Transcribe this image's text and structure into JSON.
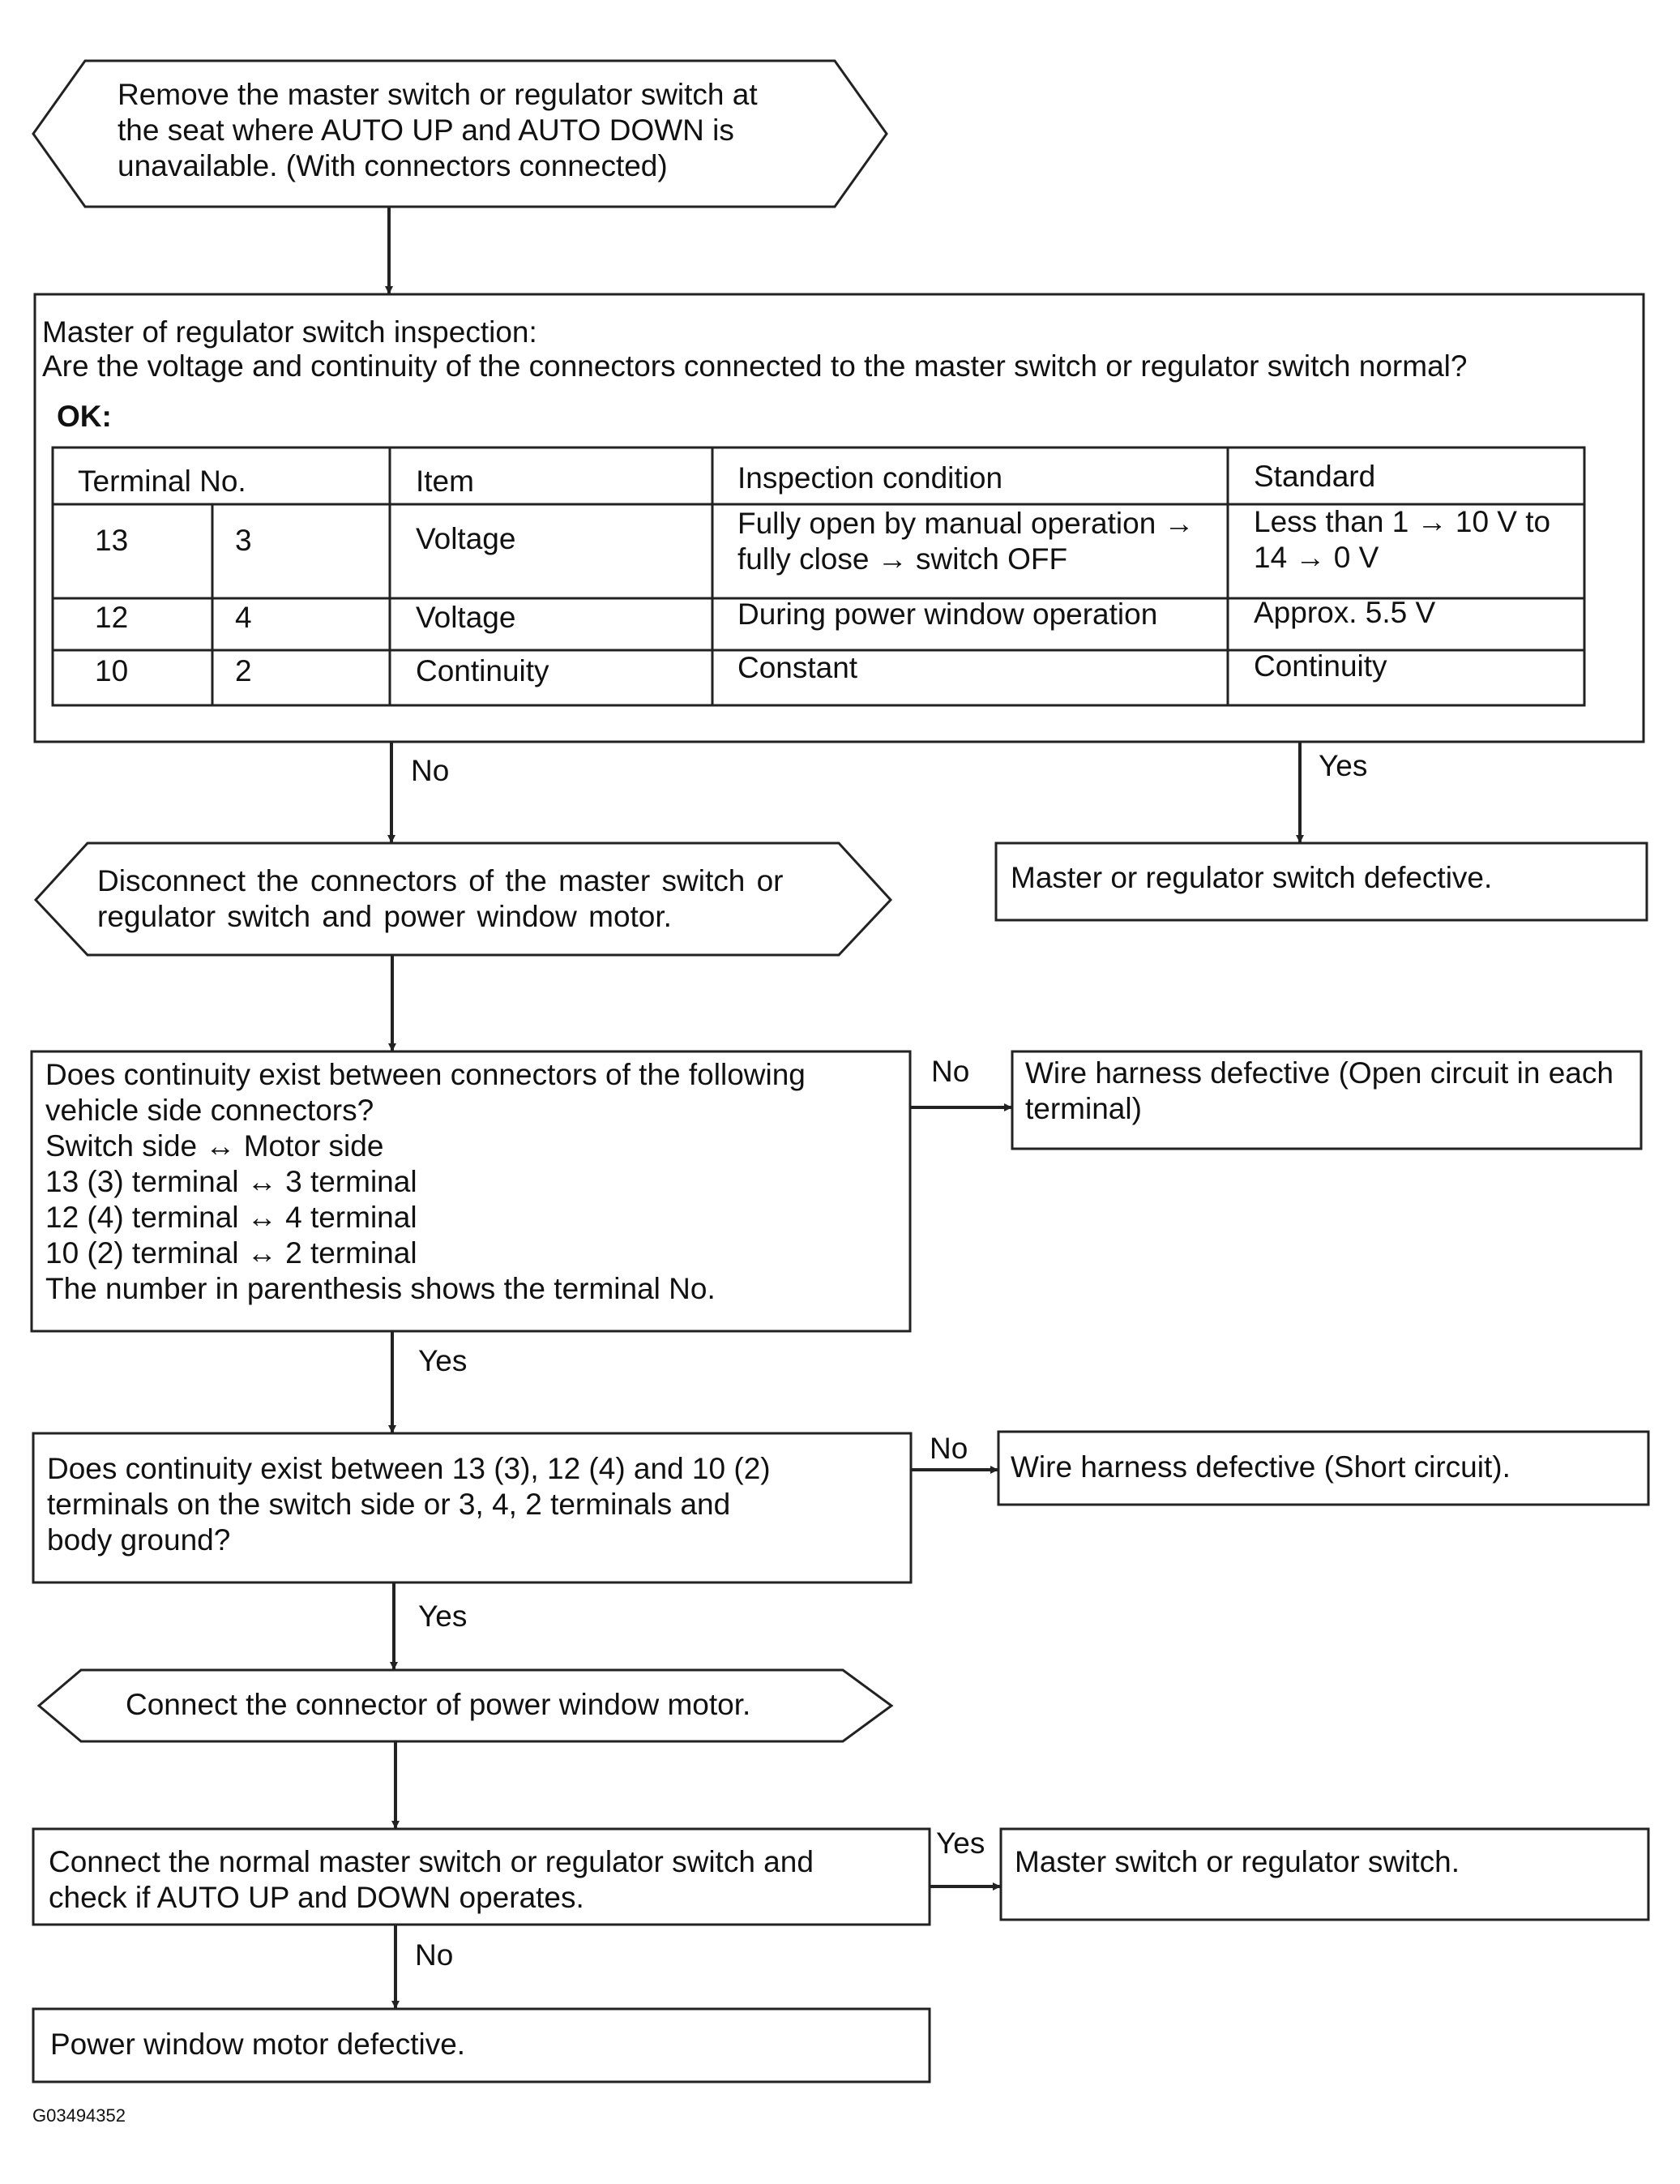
{
  "steps": {
    "step1": "Remove the master switch or regulator switch at\nthe seat where AUTO UP and AUTO DOWN is\nunavailable. (With connectors connected)",
    "inspect_title": "Master of regulator switch inspection:",
    "inspect_question": "Are the voltage and continuity of the connectors connected to the master switch or regulator switch normal?",
    "inspect_ok": "OK:",
    "step2": "Disconnect the connectors of the master switch or\nregulator switch and power window motor.",
    "question1": "Does continuity exist between connectors of the following\nvehicle side connectors?\nSwitch side ↔ Motor side\n13 (3) terminal ↔ 3 terminal\n12 (4) terminal ↔ 4 terminal\n10 (2) terminal ↔ 2 terminal\nThe number in parenthesis shows the terminal No.",
    "question2": "Does continuity exist between 13 (3), 12 (4) and 10 (2)\nterminals on the switch side or 3, 4, 2 terminals and\nbody ground?",
    "step3": "Connect the connector of power window motor.",
    "question3": "Connect the normal master switch or regulator switch and\ncheck if AUTO UP and DOWN operates."
  },
  "results": {
    "switch_defective": "Master or regulator switch defective.",
    "open_circuit": "Wire harness defective (Open circuit in each\nterminal)",
    "short_circuit": "Wire harness defective (Short circuit).",
    "switch_result": "Master switch or regulator switch.",
    "motor_defective": "Power window motor defective."
  },
  "labels": {
    "no_1": "No",
    "yes_1": "Yes",
    "no_2": "No",
    "yes_2": "Yes",
    "no_3": "No",
    "yes_3": "Yes",
    "yes_4": "Yes",
    "no_4": "No"
  },
  "table": {
    "headers": [
      "Terminal No.",
      "Item",
      "Inspection condition",
      "Standard"
    ],
    "rows": [
      {
        "t1": "13",
        "t2": "3",
        "item": "Voltage",
        "condition": "Fully open by manual operation →\nfully close → switch OFF",
        "standard": "Less than 1 → 10 V to\n14 → 0 V"
      },
      {
        "t1": "12",
        "t2": "4",
        "item": "Voltage",
        "condition": "During power window operation",
        "standard": "Approx. 5.5 V"
      },
      {
        "t1": "10",
        "t2": "2",
        "item": "Continuity",
        "condition": "Constant",
        "standard": "Continuity"
      }
    ]
  },
  "figure_id": "G03494352"
}
